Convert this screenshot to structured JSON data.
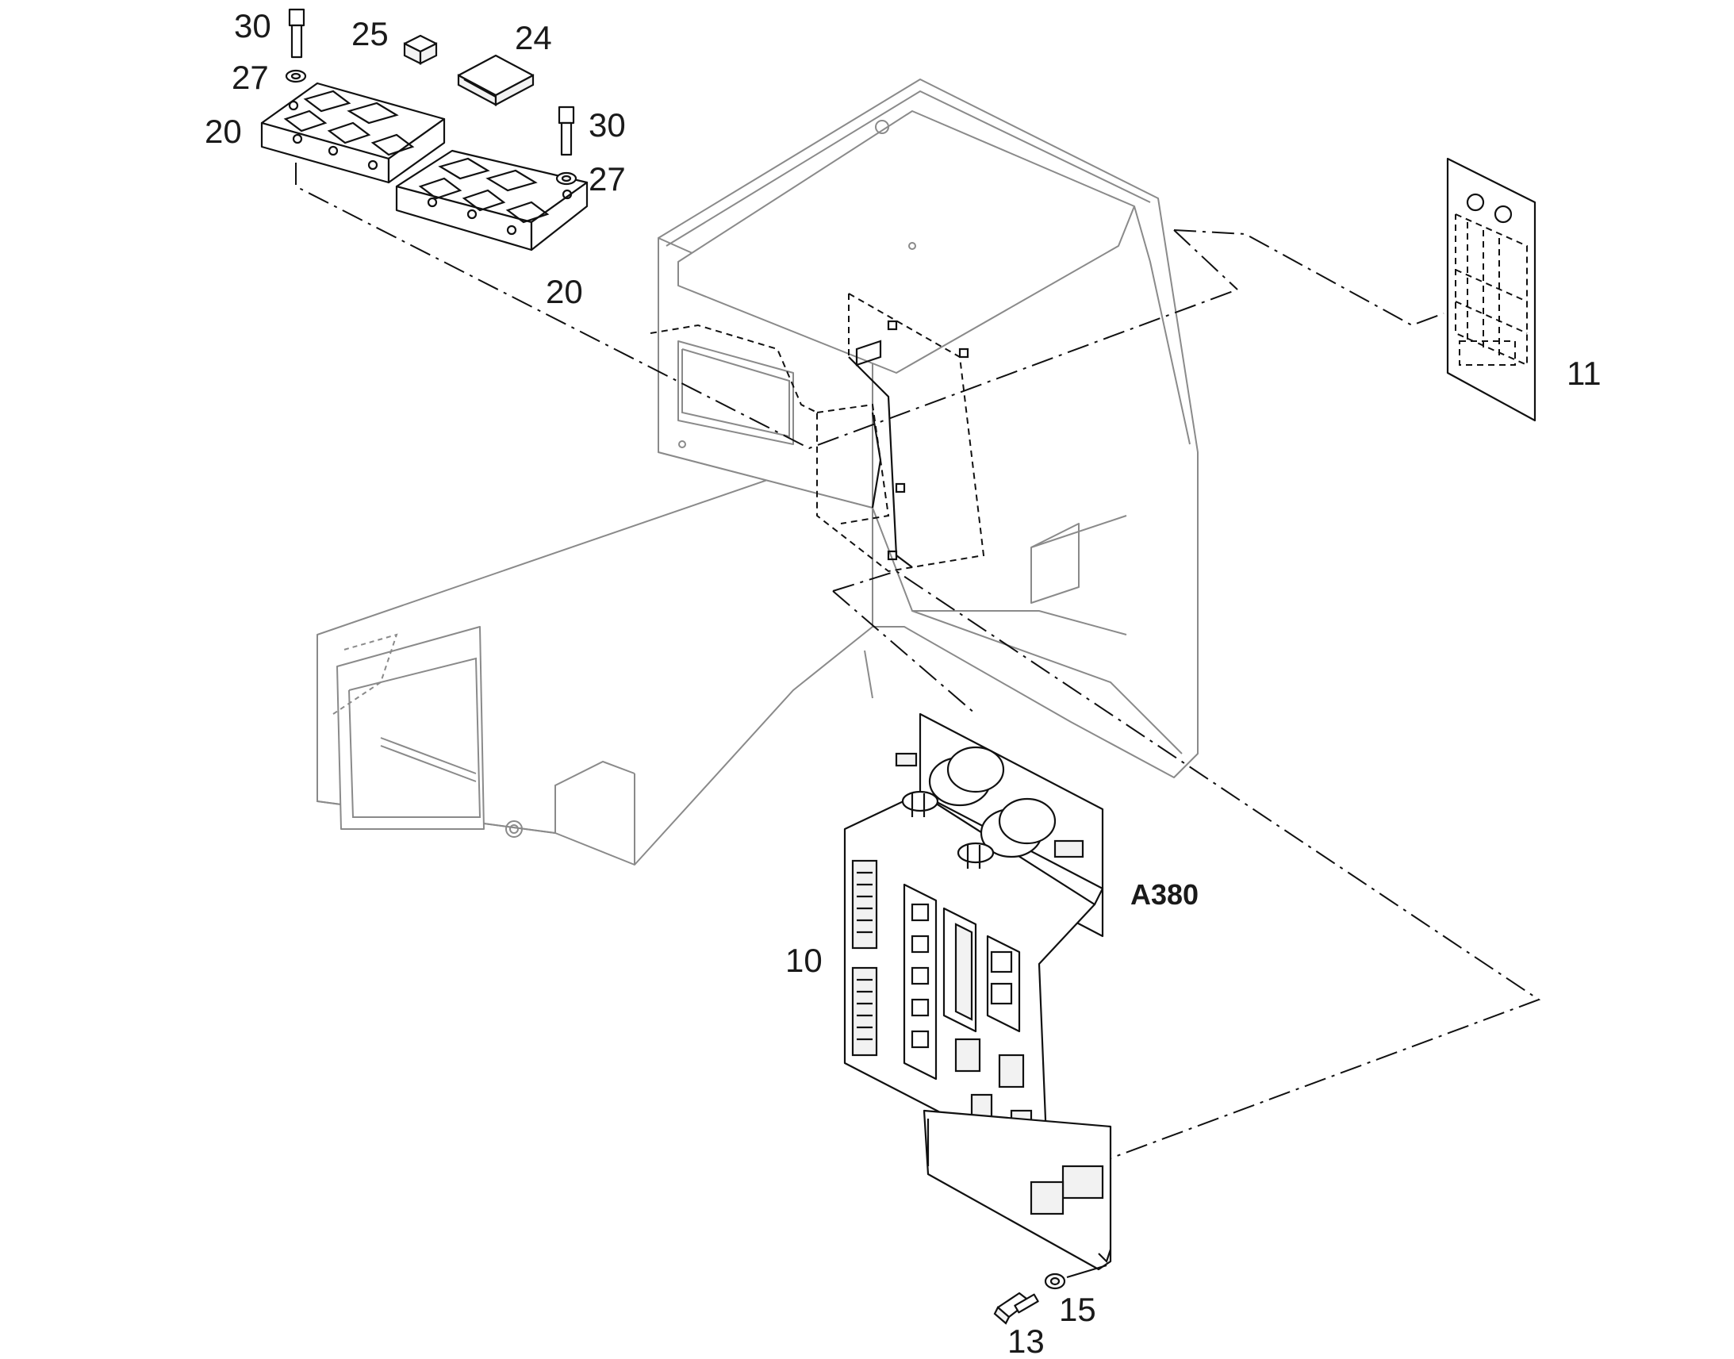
{
  "diagram": {
    "labels": {
      "screw_top_left": "30",
      "cap_small": "25",
      "cap_large": "24",
      "washer_top_left": "27",
      "bracket_left": "20",
      "screw_top_right": "30",
      "washer_top_right": "27",
      "bracket_right": "20",
      "circuit_board": "11",
      "assembly_tag": "A380",
      "control_panel": "10",
      "washer_bottom": "15",
      "screw_bottom": "13"
    }
  }
}
